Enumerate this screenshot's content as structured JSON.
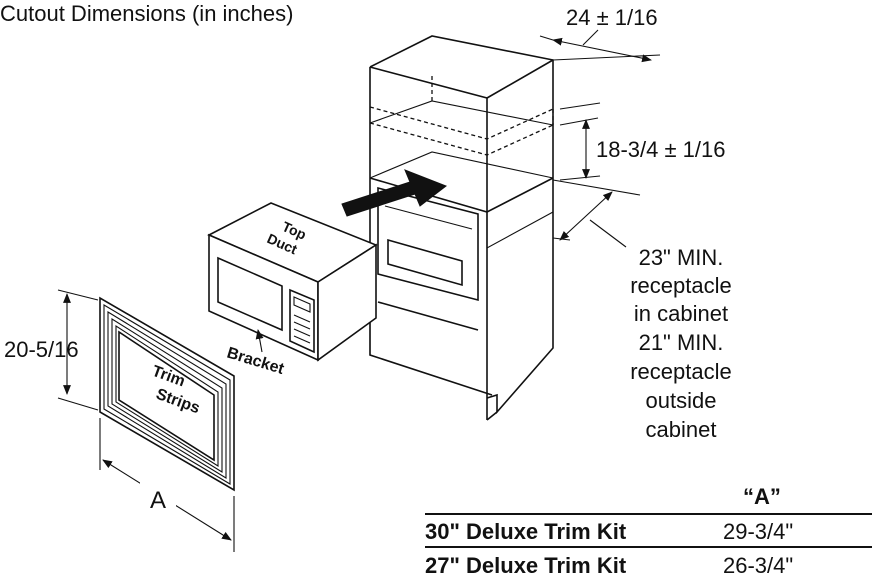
{
  "title": "Cutout Dimensions (in inches)",
  "dims": {
    "width": "24 ± 1/16",
    "height": "18-3/4 ± 1/16",
    "trim_height": "20-5/16",
    "trim_width": "A"
  },
  "labels": {
    "top_duct_line1": "Top",
    "top_duct_line2": "Duct",
    "bracket": "Bracket",
    "trim_line1": "Trim",
    "trim_line2": "Strips"
  },
  "receptacle_note": [
    "23\" MIN.",
    "receptacle",
    "in cabinet",
    "21\" MIN.",
    "receptacle",
    "outside",
    "cabinet"
  ],
  "table": {
    "column_header": "“A”",
    "rows": [
      {
        "kit": "30\" Deluxe Trim Kit",
        "a": "29-3/4\""
      },
      {
        "kit": "27\" Deluxe Trim Kit",
        "a": "26-3/4\""
      }
    ]
  }
}
